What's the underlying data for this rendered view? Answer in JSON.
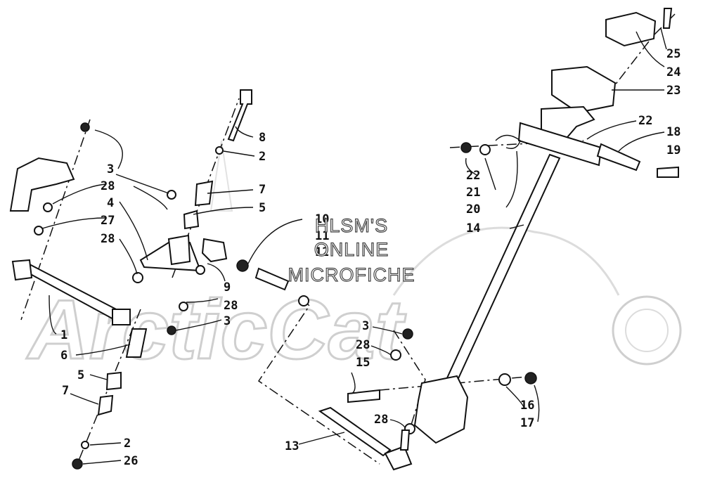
{
  "watermark": {
    "lines": [
      "HLSM'S",
      "ONLINE",
      "MICROFICHE"
    ],
    "logo_text": "ArcticCat"
  },
  "callouts": [
    {
      "id": "c-25a",
      "text": "25"
    },
    {
      "id": "c-24",
      "text": "24"
    },
    {
      "id": "c-23",
      "text": "23"
    },
    {
      "id": "c-22a",
      "text": "22"
    },
    {
      "id": "c-18",
      "text": "18"
    },
    {
      "id": "c-19",
      "text": "19"
    },
    {
      "id": "c-22b",
      "text": "22"
    },
    {
      "id": "c-21",
      "text": "21"
    },
    {
      "id": "c-20",
      "text": "20"
    },
    {
      "id": "c-14",
      "text": "14"
    },
    {
      "id": "c-8",
      "text": "8"
    },
    {
      "id": "c-2a",
      "text": "2"
    },
    {
      "id": "c-7a",
      "text": "7"
    },
    {
      "id": "c-5a",
      "text": "5"
    },
    {
      "id": "c-10",
      "text": "10"
    },
    {
      "id": "c-11",
      "text": "11"
    },
    {
      "id": "c-12",
      "text": "12"
    },
    {
      "id": "c-3a",
      "text": "3"
    },
    {
      "id": "c-28a",
      "text": "28"
    },
    {
      "id": "c-4",
      "text": "4"
    },
    {
      "id": "c-27",
      "text": "27"
    },
    {
      "id": "c-28b",
      "text": "28"
    },
    {
      "id": "c-9",
      "text": "9"
    },
    {
      "id": "c-28c",
      "text": "28"
    },
    {
      "id": "c-3b",
      "text": "3"
    },
    {
      "id": "c-1",
      "text": "1"
    },
    {
      "id": "c-6",
      "text": "6"
    },
    {
      "id": "c-5b",
      "text": "5"
    },
    {
      "id": "c-7b",
      "text": "7"
    },
    {
      "id": "c-2b",
      "text": "2"
    },
    {
      "id": "c-26",
      "text": "26"
    },
    {
      "id": "c-3c",
      "text": "3"
    },
    {
      "id": "c-28d",
      "text": "28"
    },
    {
      "id": "c-15",
      "text": "15"
    },
    {
      "id": "c-16",
      "text": "16"
    },
    {
      "id": "c-17",
      "text": "17"
    },
    {
      "id": "c-28e",
      "text": "28"
    },
    {
      "id": "c-13",
      "text": "13"
    }
  ]
}
